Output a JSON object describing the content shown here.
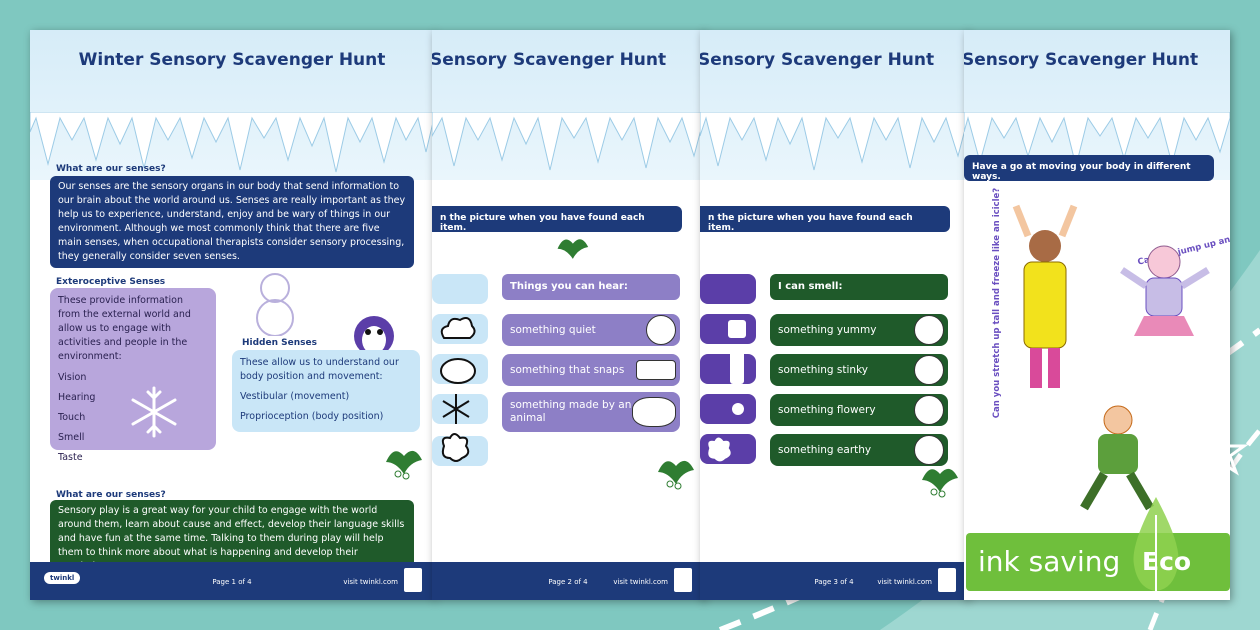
{
  "colors": {
    "background": "#7fc8c0",
    "navy": "#1d3a7a",
    "purple": "#5b3ea8",
    "green": "#1f5a2a",
    "lightpurple": "#b8a6dc",
    "lightblue": "#c9e6f7",
    "eco_green": "#6fbf3c"
  },
  "page1": {
    "title": "Winter Sensory Scavenger Hunt",
    "q1": "What are our senses?",
    "q1_body": "Our senses are the sensory organs in our body that send information to our brain about the world around us. Senses are really important as they help us to experience, understand, enjoy and be wary of things in our environment. Although we most commonly think that there are five main senses, when occupational therapists consider sensory processing, they generally consider seven senses.",
    "extero_head": "Exteroceptive Senses",
    "extero_body": "These provide information from the external world and allow us to engage with activities and people in the environment:",
    "senses": [
      "Vision",
      "Hearing",
      "Touch",
      "Smell",
      "Taste"
    ],
    "hidden_head": "Hidden Senses",
    "hidden_body": "These allow us to understand our body position and movement:",
    "hidden_list": [
      "Vestibular (movement)",
      "Proprioception (body position)"
    ],
    "q2": "What are our senses?",
    "q2_body": "Sensory play is a great way for your child to engage with the world around them, learn about cause and effect, develop their language skills and have fun at the same time. Talking to them during play will help them to think more about what is happening and develop their vocabulary.",
    "footer_logo": "twinkl",
    "footer_page": "Page 1 of 4",
    "footer_visit": "visit twinkl.com"
  },
  "page2": {
    "title": "Sensory Scavenger Hunt",
    "instruction": "n the picture when you have found each item.",
    "list_head": "Things you can hear:",
    "items": [
      "something quiet",
      "something that snaps",
      "something made by an animal"
    ],
    "footer_page": "Page 2 of 4",
    "footer_visit": "visit twinkl.com"
  },
  "page3": {
    "title": "Sensory Scavenger Hunt",
    "instruction": "n the picture when you have found each item.",
    "list_head": "I can smell:",
    "items": [
      "something yummy",
      "something stinky",
      "something flowery",
      "something earthy"
    ],
    "footer_page": "Page 3 of 4",
    "footer_visit": "visit twinkl.com"
  },
  "page4": {
    "title": "Sensory Scavenger Hunt",
    "move_head": "Have a go at moving your body in different ways.",
    "prompt1": "Can you jump up and down to get warm on a cold day?",
    "prompt2": "Can you stretch up tall and freeze like an icicle?"
  },
  "eco_badge": {
    "text": "ink saving",
    "label": "Eco"
  }
}
